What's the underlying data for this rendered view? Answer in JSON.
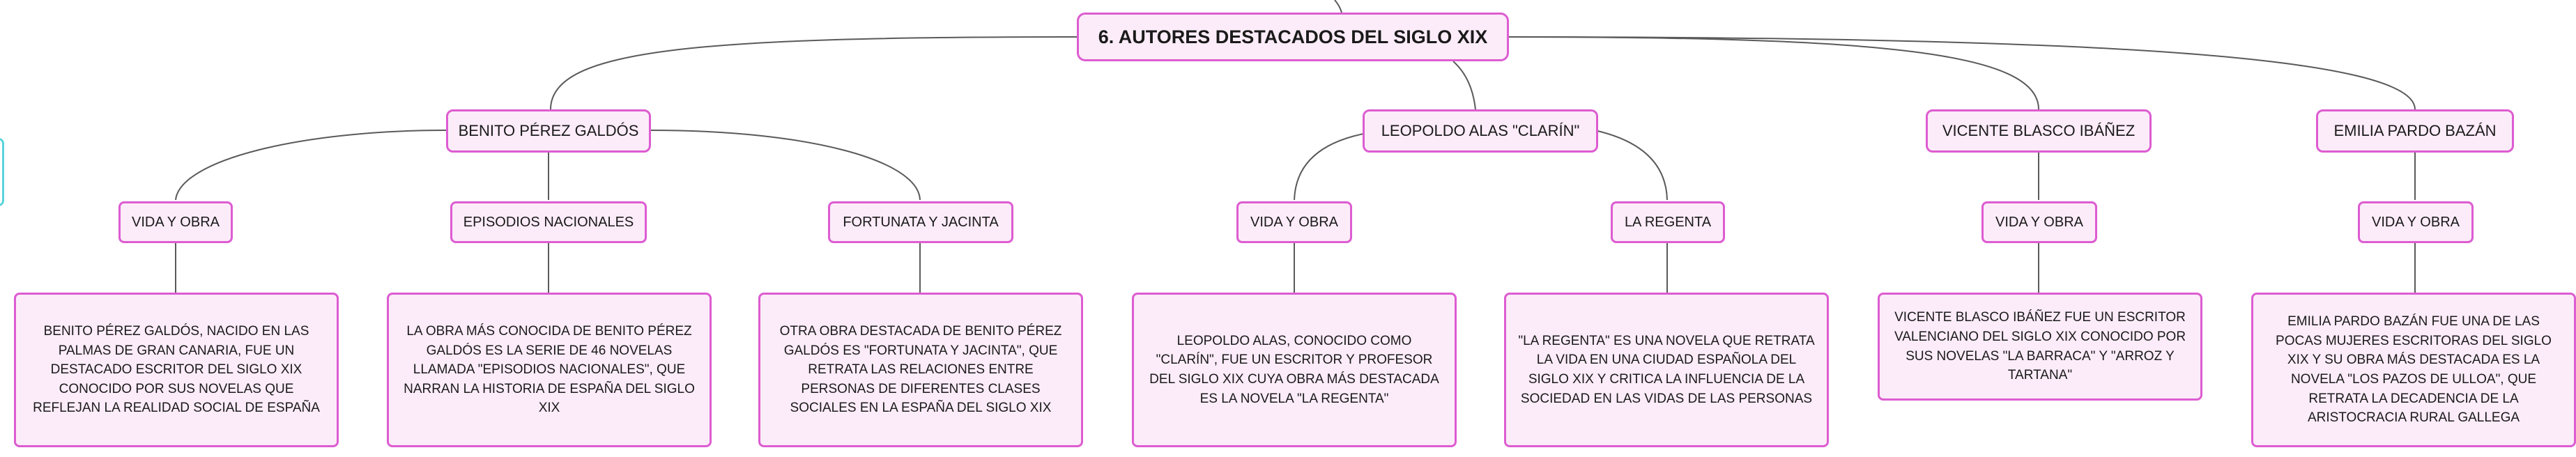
{
  "root": {
    "label": "6. AUTORES DESTACADOS DEL SIGLO XIX"
  },
  "authors": [
    {
      "name": "BENITO PÉREZ GALDÓS",
      "topics": [
        {
          "label": "VIDA Y OBRA",
          "text": "BENITO PÉREZ GALDÓS, NACIDO EN LAS PALMAS DE GRAN CANARIA, FUE UN DESTACADO ESCRITOR DEL SIGLO XIX CONOCIDO POR SUS NOVELAS QUE REFLEJAN LA REALIDAD SOCIAL DE ESPAÑA"
        },
        {
          "label": "EPISODIOS NACIONALES",
          "text": "LA OBRA MÁS CONOCIDA DE BENITO PÉREZ GALDÓS ES LA SERIE DE 46 NOVELAS LLAMADA \"EPISODIOS NACIONALES\", QUE NARRAN LA HISTORIA DE ESPAÑA DEL SIGLO XIX"
        },
        {
          "label": "FORTUNATA Y JACINTA",
          "text": "OTRA OBRA DESTACADA DE BENITO PÉREZ GALDÓS ES \"FORTUNATA Y JACINTA\", QUE RETRATA LAS RELACIONES ENTRE PERSONAS DE DIFERENTES CLASES SOCIALES EN LA ESPAÑA DEL SIGLO XIX"
        }
      ]
    },
    {
      "name": "LEOPOLDO ALAS \"CLARÍN\"",
      "topics": [
        {
          "label": "VIDA Y OBRA",
          "text": "LEOPOLDO ALAS, CONOCIDO COMO \"CLARÍN\", FUE UN ESCRITOR Y PROFESOR DEL SIGLO XIX CUYA OBRA MÁS DESTACADA ES LA NOVELA \"LA REGENTA\""
        },
        {
          "label": "LA REGENTA",
          "text": "\"LA REGENTA\" ES UNA NOVELA QUE RETRATA LA VIDA EN UNA CIUDAD ESPAÑOLA DEL SIGLO XIX Y CRITICA LA INFLUENCIA DE LA SOCIEDAD EN LAS VIDAS DE LAS PERSONAS"
        }
      ]
    },
    {
      "name": "VICENTE BLASCO IBÁÑEZ",
      "topics": [
        {
          "label": "VIDA Y OBRA",
          "text": "VICENTE BLASCO IBÁÑEZ FUE UN ESCRITOR VALENCIANO DEL SIGLO XIX CONOCIDO POR SUS NOVELAS \"LA BARRACA\" Y \"ARROZ Y TARTANA\""
        }
      ]
    },
    {
      "name": "EMILIA PARDO BAZÁN",
      "topics": [
        {
          "label": "VIDA Y OBRA",
          "text": "EMILIA PARDO BAZÁN FUE UNA DE LAS POCAS MUJERES ESCRITORAS DEL SIGLO XIX Y SU OBRA MÁS DESTACADA ES LA NOVELA \"LOS PAZOS DE ULLOA\", QUE RETRATA LA DECADENCIA DE LA ARISTOCRACIA RURAL GALLEGA"
        }
      ]
    }
  ]
}
